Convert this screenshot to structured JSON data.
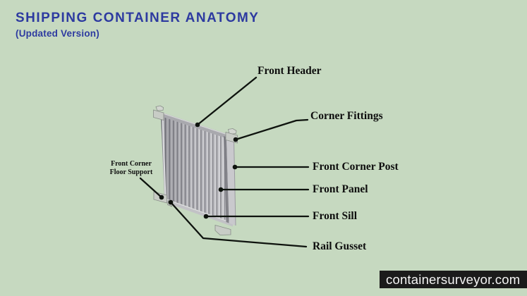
{
  "header": {
    "title": "SHIPPING CONTAINER ANATOMY",
    "subtitle": "(Updated Version)"
  },
  "diagram": {
    "subject": "shipping-container-front-end",
    "labels": [
      {
        "id": "front-header",
        "text": "Front Header"
      },
      {
        "id": "corner-fittings",
        "text": "Corner Fittings"
      },
      {
        "id": "front-corner-post",
        "text": "Front Corner Post"
      },
      {
        "id": "front-panel",
        "text": "Front Panel"
      },
      {
        "id": "front-sill",
        "text": "Front Sill"
      },
      {
        "id": "rail-gusset",
        "text": "Rail Gusset"
      },
      {
        "id": "front-corner-floor-support",
        "text": "Front Corner Floor Support"
      }
    ]
  },
  "watermark": {
    "text": "containersurveyor.com"
  },
  "colors": {
    "background": "#c6d9c0",
    "title": "#2d3aa0",
    "label-text": "#0e0e0e",
    "leader-line": "#0e130e",
    "panel-light": "#d6d6d9",
    "panel-dark": "#85858c",
    "rail-gray": "#a9a9ae",
    "post-gray": "#c9c9cd",
    "corner-fitting": "#c8ccc6",
    "watermark-bg": "#1b1b1b",
    "watermark-text": "#f4f4f4"
  }
}
